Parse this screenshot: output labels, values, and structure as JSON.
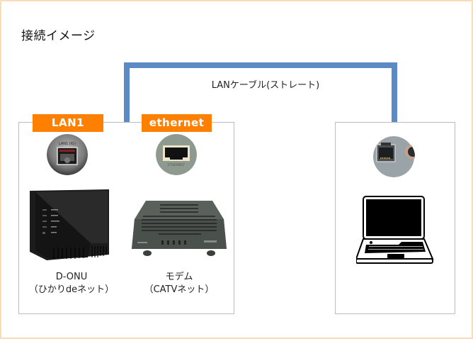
{
  "diagram": {
    "title": "接続イメージ",
    "cable": {
      "label": "LANケーブル(ストレート)",
      "color": "#5B8AC4"
    },
    "colors": {
      "frame_border": "#FDDCB5",
      "box_border": "#BDBDBD",
      "tag_background": "#FF8000",
      "tag_text": "#FFFFFF"
    },
    "left_group": {
      "devices": [
        {
          "tag": "LAN1",
          "port_icon": "lan1-port-photo",
          "port_text": "LAN1 (IG)",
          "device_icon": "d-onu-device",
          "caption_line1": "D-ONU",
          "caption_line2": "（ひかりdeネット）"
        },
        {
          "tag": "ethernet",
          "port_icon": "ethernet-port-photo",
          "port_text": "ETHERNET",
          "device_icon": "cable-modem-device",
          "caption_line1": "モデム",
          "caption_line2": "（CATVネット）"
        }
      ]
    },
    "right_group": {
      "port_icon": "pc-lan-port-photo",
      "device_icon": "laptop-icon"
    }
  }
}
